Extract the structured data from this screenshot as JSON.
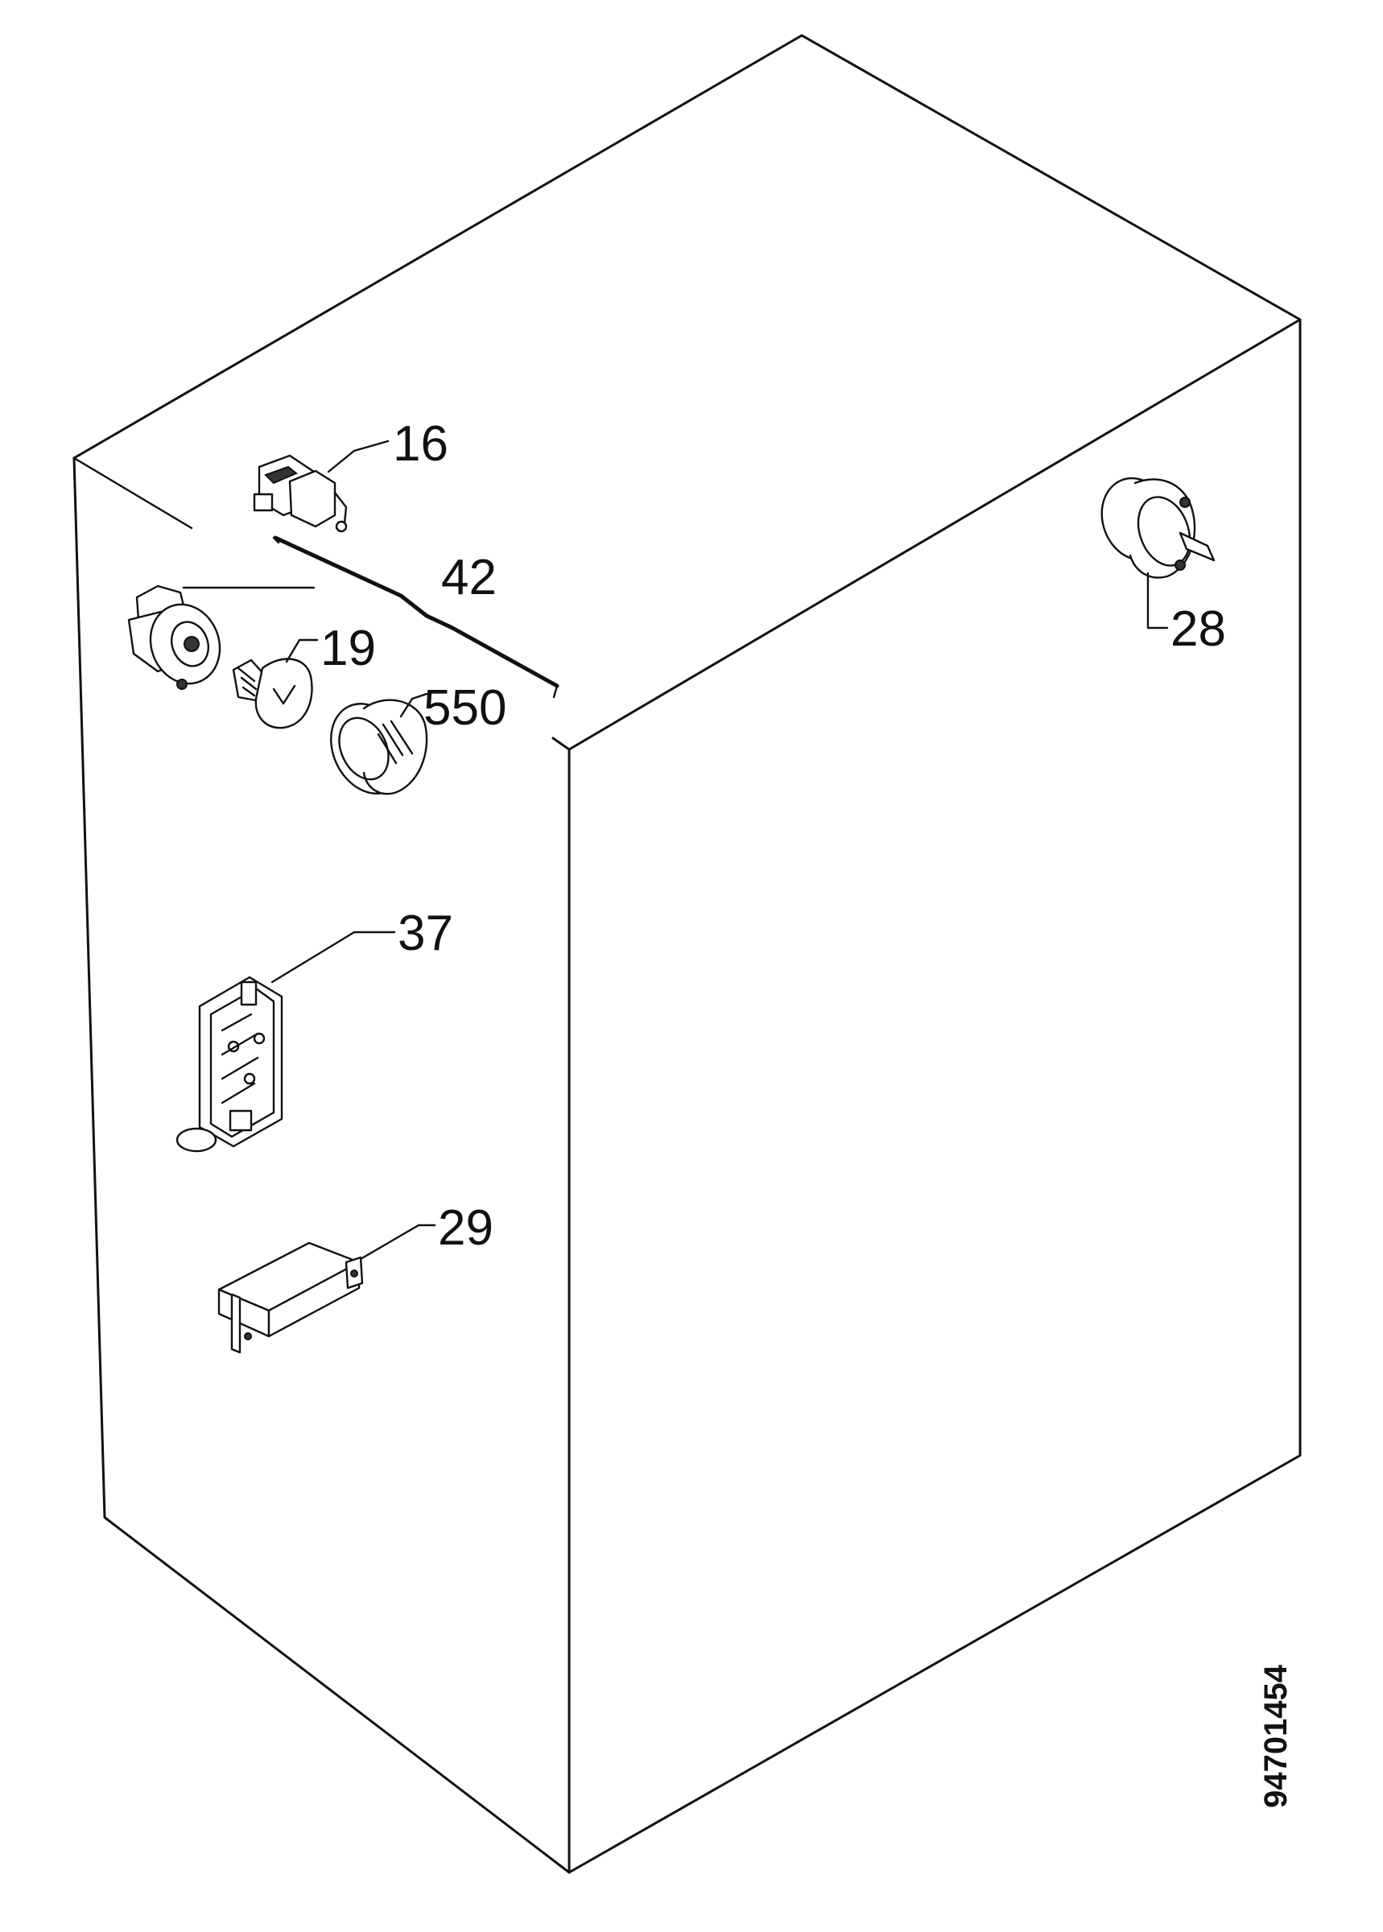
{
  "diagram": {
    "labels": {
      "l16": "16",
      "l42": "42",
      "l19": "19",
      "l550": "550",
      "l28": "28",
      "l37": "37",
      "l29": "29"
    },
    "drawing_number": "94701454"
  }
}
